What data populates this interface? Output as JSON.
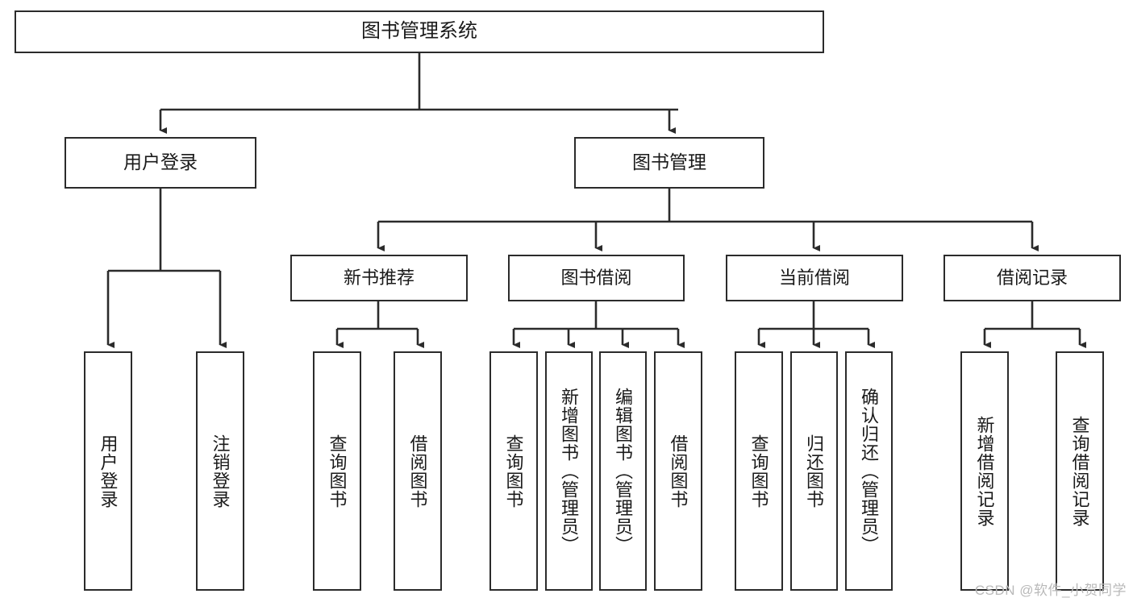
{
  "diagram": {
    "title": "图书管理系统",
    "type": "hierarchy-tree",
    "colors": {
      "box_border": "#2b2b2b",
      "box_fill": "#ffffff",
      "edge": "#2b2b2b",
      "text": "#1a1a1a",
      "watermark": "#b9b9b9"
    }
  },
  "nodes": {
    "root": {
      "label": "图书管理系统"
    },
    "level2": [
      {
        "label": "用户登录"
      },
      {
        "label": "图书管理"
      }
    ],
    "level3": [
      {
        "label": "新书推荐"
      },
      {
        "label": "图书借阅"
      },
      {
        "label": "当前借阅"
      },
      {
        "label": "借阅记录"
      }
    ],
    "leaves": {
      "user_login": [
        {
          "label": "用户登录"
        },
        {
          "label": "注销登录"
        }
      ],
      "new_book": [
        {
          "label": "查询图书"
        },
        {
          "label": "借阅图书"
        }
      ],
      "book_borrow": [
        {
          "label": "查询图书"
        },
        {
          "label": "新增图书（管理员）"
        },
        {
          "label": "编辑图书（管理员）"
        },
        {
          "label": "借阅图书"
        }
      ],
      "current_borrow": [
        {
          "label": "查询图书"
        },
        {
          "label": "归还图书"
        },
        {
          "label": "确认归还（管理员）"
        }
      ],
      "borrow_record": [
        {
          "label": "新增借阅记录"
        },
        {
          "label": "查询借阅记录"
        }
      ]
    }
  },
  "watermark": {
    "text": "CSDN @软件_小贺同学"
  }
}
